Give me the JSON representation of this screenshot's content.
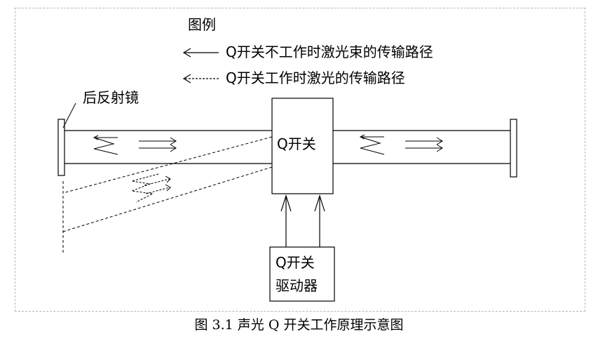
{
  "legend": {
    "title": "图例",
    "solid_label": "Q开关不工作时激光束的传输路径",
    "dashed_label": "Q开关工作时激光的传输路径"
  },
  "labels": {
    "rear_mirror": "后反射镜",
    "q_switch": "Q开关",
    "driver_line1": "Q开关",
    "driver_line2": "驱动器"
  },
  "caption": "图 3.1 声光 Q 开关工作原理示意图",
  "colors": {
    "line": "#000000",
    "frame": "#b8b8b8"
  }
}
